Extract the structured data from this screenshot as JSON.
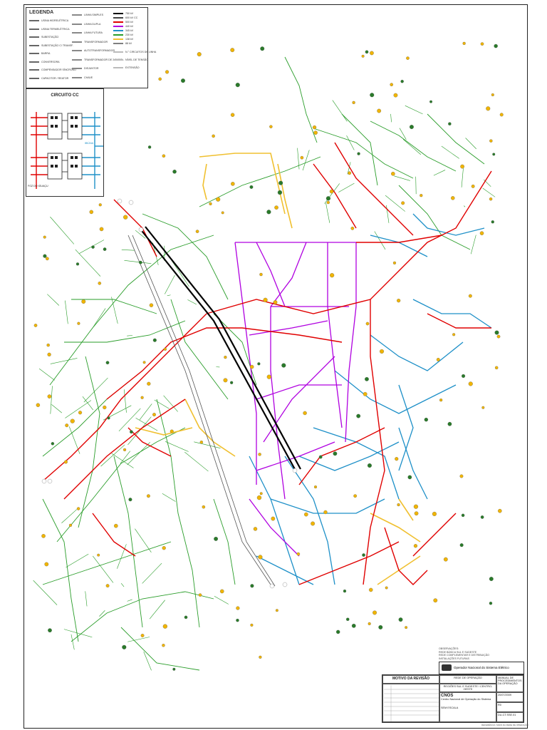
{
  "legend": {
    "title": "LEGENDA",
    "items_left": [
      "USINA HIDRELÉTRICA",
      "USINA TERMELÉTRICA",
      "SUBESTAÇÃO",
      "SUBESTAÇÃO C/ TRANSF.",
      "BARRA",
      "CONVERSORA",
      "COMPENSADOR SÍNCRONO",
      "CAPACITOR / REATOR"
    ],
    "items_mid": [
      "LINHA SIMPLES",
      "LINHA DUPLA",
      "LINHA FUTURA",
      "TRANSFORMADOR",
      "AUTOTRANSFORMADOR",
      "TRANSFORMADOR DE 3 ENROL.",
      "DISJUNTOR",
      "CHAVE"
    ],
    "voltage_levels": [
      {
        "label": "750 kV",
        "color": "#000000"
      },
      {
        "label": "600 kV CC",
        "color": "#444444"
      },
      {
        "label": "500 kV",
        "color": "#e00000"
      },
      {
        "label": "440 kV",
        "color": "#b000e0"
      },
      {
        "label": "345 kV",
        "color": "#1e90c8"
      },
      {
        "label": "230 kV",
        "color": "#2a9d2a"
      },
      {
        "label": "138 kV",
        "color": "#f0c030"
      },
      {
        "label": "88 kV",
        "color": "#808080"
      }
    ],
    "extra": [
      "N.° CIRCUITOS DE LINHA",
      "NÍVEL DE TENSÃO",
      "EXTENSÃO"
    ]
  },
  "circuit_cc": {
    "title": "CIRCUITO CC",
    "left_label": "FOZ DO IGUAÇU",
    "right_label": "IBIÚNA"
  },
  "notes": {
    "heading": "OBSERVAÇÕES:",
    "lines": [
      "REDE BÁSICA SUL E SUDESTE",
      "REDE COMPLEMENTAR E DISTRIBUIÇÃO",
      "INSTALAÇÕES FUTURAS"
    ]
  },
  "title_block": {
    "org": "Operador Nacional do Sistema Elétrico",
    "revision_header": "MOTIVO DA REVISÃO",
    "doc_type": "REDE DE OPERAÇÃO",
    "region": "REGIÕES SUL E SUDESTE / CENTRO-OESTE",
    "manual": "MANUAL DE PROCEDIMENTOS DA OPERAÇÃO",
    "center": "CNOS",
    "center_full": "Centro Nacional de Operação do Sistema",
    "scale": "SEM ESCALA",
    "code": "DU-CT.SSE.01",
    "rev": "R0",
    "date": "20/07/2009",
    "footer": "REFERÊNCIA: MAPA DA REDE DE OPERAÇÃO"
  },
  "diagram": {
    "colors": {
      "kv750": "#000000",
      "kv500": "#e00000",
      "kv440": "#b000e0",
      "kv345": "#1e90c8",
      "kv230": "#2a9d2a",
      "kv138": "#f0c030",
      "node": "#f0b400",
      "node_dark": "#2a7a2a"
    }
  }
}
